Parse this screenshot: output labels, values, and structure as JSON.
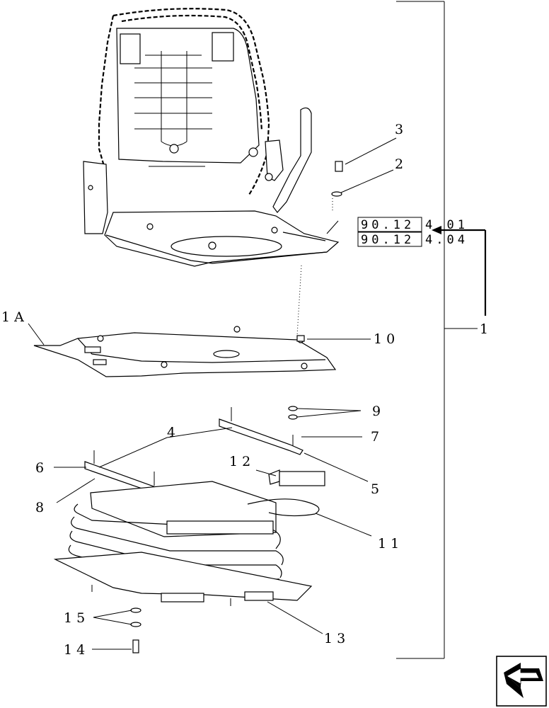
{
  "reference_boxes": [
    {
      "left": "90.12",
      "right": "4.01"
    },
    {
      "left": "90.12",
      "right": "4.04"
    }
  ],
  "callouts": [
    {
      "id": "c1",
      "text": "1"
    },
    {
      "id": "c1a",
      "text": "1A"
    },
    {
      "id": "c2",
      "text": "2"
    },
    {
      "id": "c3",
      "text": "3"
    },
    {
      "id": "c4",
      "text": "4"
    },
    {
      "id": "c5",
      "text": "5"
    },
    {
      "id": "c6",
      "text": "6"
    },
    {
      "id": "c7",
      "text": "7"
    },
    {
      "id": "c8",
      "text": "8"
    },
    {
      "id": "c9",
      "text": "9"
    },
    {
      "id": "c10",
      "text": "10"
    },
    {
      "id": "c11",
      "text": "11"
    },
    {
      "id": "c12",
      "text": "12"
    },
    {
      "id": "c13",
      "text": "13"
    },
    {
      "id": "c14",
      "text": "14"
    },
    {
      "id": "c15",
      "text": "15"
    }
  ],
  "icons": {
    "nav": "previous-page-arrow-icon"
  }
}
